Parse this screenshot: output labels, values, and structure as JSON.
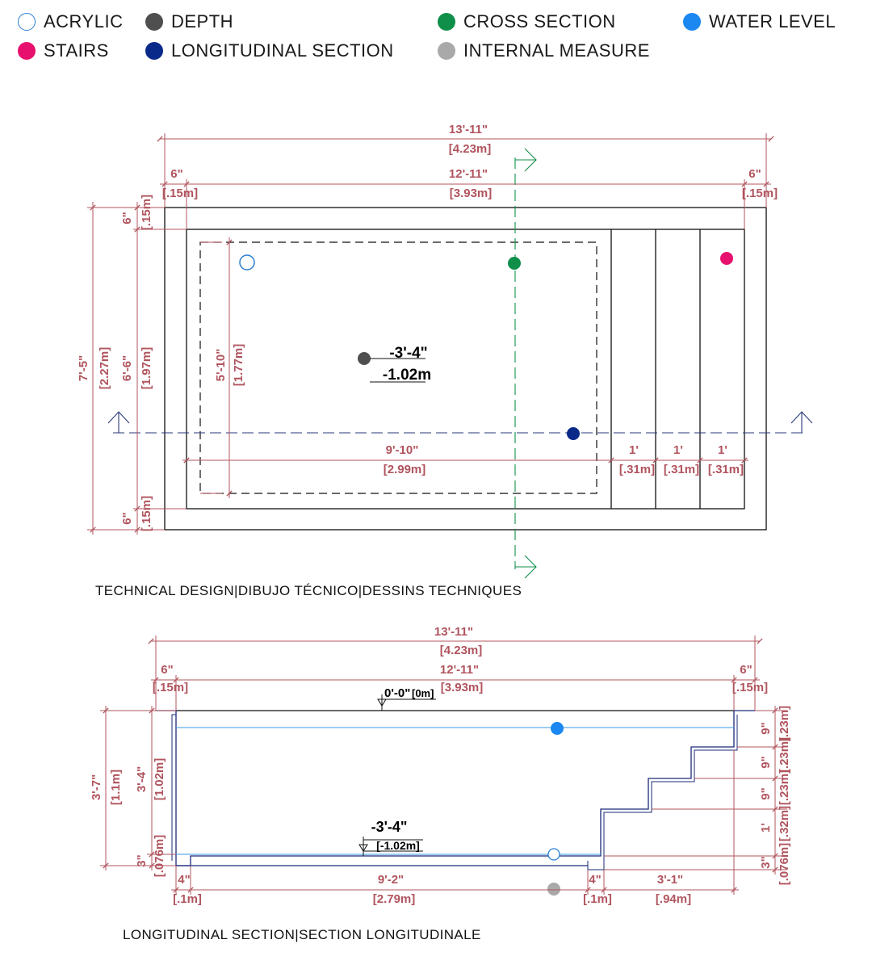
{
  "legend": {
    "acrylic": "ACRYLIC",
    "depth": "DEPTH",
    "cross_section": "CROSS SECTION",
    "water_level": "WATER LEVEL",
    "stairs": "STAIRS",
    "longitudinal_section": "LONGITUDINAL SECTION",
    "internal_measure": "INTERNAL MEASURE"
  },
  "colors": {
    "acrylic": "#2a7fd4",
    "depth": "#4f4f4f",
    "cross_section": "#0f8f4a",
    "water_level": "#1a88f0",
    "stairs": "#e8106e",
    "longitudinal_section": "#0a2a8a",
    "internal_measure": "#a9a9a9",
    "dimension": "#b0545e"
  },
  "plan": {
    "caption": "TECHNICAL DESIGN|DIBUJO TÉCNICO|DESSINS TECHNIQUES",
    "overall_length": "13'-11\"",
    "overall_length_m": "[4.23m]",
    "inner_length": "12'-11\"",
    "inner_length_m": "[3.93m]",
    "rim_left": "6\"",
    "rim_left_m": "[.15m]",
    "rim_right": "6\"",
    "rim_right_m": "[.15m]",
    "overall_width": "7'-5\"",
    "overall_width_m": "[2.27m]",
    "inner_width": "6'-6\"",
    "inner_width_m": "[1.97m]",
    "rim_top": "6\"",
    "rim_top_m": "[.15m]",
    "rim_bottom": "6\"",
    "rim_bottom_m": "[.15m]",
    "floor_width": "5'-10\"",
    "floor_width_m": "[1.77m]",
    "floor_length": "9'-10\"",
    "floor_length_m": "[2.99m]",
    "step1": "1'",
    "step1_m": "[.31m]",
    "step2": "1'",
    "step2_m": "[.31m]",
    "step3": "1'",
    "step3_m": "[.31m]",
    "depth_ft": "-3'-4\"",
    "depth_m": "-1.02m"
  },
  "section": {
    "caption": "LONGITUDINAL SECTION|SECTION LONGITUDINALE",
    "overall_length": "13'-11\"",
    "overall_length_m": "[4.23m]",
    "inner_length": "12'-11\"",
    "inner_length_m": "[3.93m]",
    "rim_left": "6\"",
    "rim_left_m": "[.15m]",
    "rim_right": "6\"",
    "rim_right_m": "[.15m]",
    "top_level": "0'-0\"",
    "top_level_m": "[0m]",
    "bottom_level": "-3'-4\"",
    "bottom_level_m": "[-1.02m]",
    "total_height": "3'-7\"",
    "total_height_m": "[1.1m]",
    "inner_height": "3'-4\"",
    "inner_height_m": "[1.02m]",
    "floor_thickness": "3\"",
    "floor_thickness_m": "[.076m]",
    "foot_left": "4\"",
    "foot_left_m": "[.1m]",
    "floor_length": "9'-2\"",
    "floor_length_m": "[2.79m]",
    "foot_right": "4\"",
    "foot_right_m": "[.1m]",
    "stairs_length": "3'-1\"",
    "stairs_length_m": "[.94m]",
    "riser1": "9\"",
    "riser1_m": "[.23m]",
    "riser2": "9\"",
    "riser2_m": "[.23m]",
    "riser3": "9\"",
    "riser3_m": "[.23m]",
    "riser4": "1'",
    "riser4_m": "[.32m]",
    "riser5": "3\"",
    "riser5_m": "[.076m]"
  }
}
